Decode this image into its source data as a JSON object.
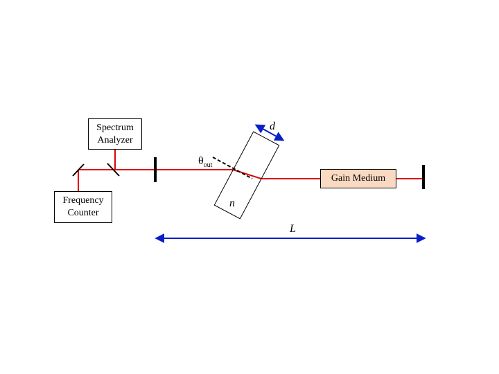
{
  "boxes": {
    "spectrum_analyzer": "Spectrum\nAnalyzer",
    "frequency_counter": "Frequency\nCounter",
    "gain_medium": "Gain Medium"
  },
  "symbols": {
    "d": "d",
    "n": "n",
    "L": "L",
    "theta": "θ",
    "theta_subscript": "out"
  },
  "colors": {
    "beam": "#e00000",
    "dimension_arrow": "#0a1fc8",
    "gain_medium_fill": "#f9d9c1",
    "optics": "#000000"
  }
}
